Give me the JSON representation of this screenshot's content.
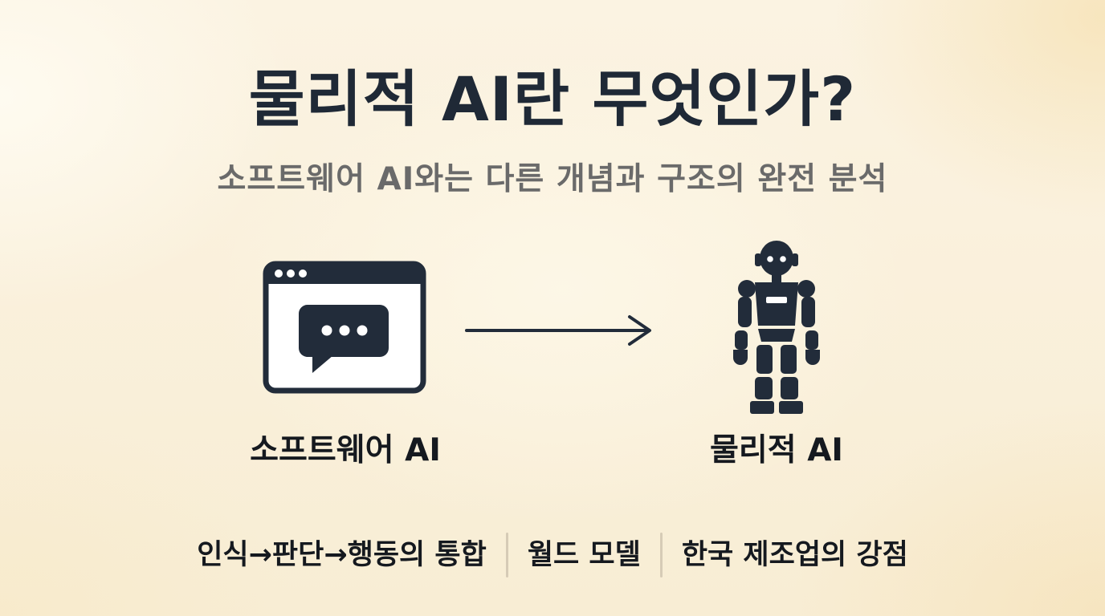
{
  "title": "물리적 AI란 무엇인가?",
  "subtitle": "소프트웨어 AI와는 다른 개념과 구조의 완전 분석",
  "left": {
    "label": "소프트웨어 AI",
    "icon": "chat-window-icon"
  },
  "right": {
    "label": "물리적 AI",
    "icon": "robot-icon"
  },
  "arrow_icon": "arrow-right-icon",
  "bottom_items": [
    "인식→판단→행동의 통합",
    "월드 모델",
    "한국 제조업의 강점"
  ],
  "colors": {
    "text_dark": "#1f2936",
    "icon_dark": "#222c3a",
    "subtitle_gray": "#6a6a6a",
    "divider": "#d6cbb6",
    "background": "#f9eed7"
  }
}
